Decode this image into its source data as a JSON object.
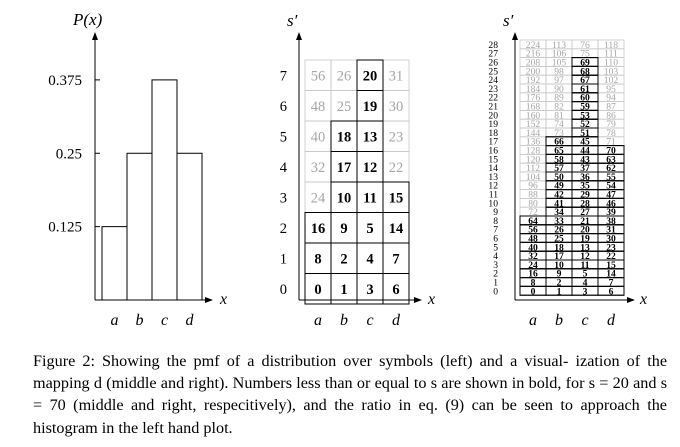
{
  "left_plot": {
    "ylabel": "P(x)",
    "xlabel": "x",
    "y_ticks": [
      "0.375",
      "0.25",
      "0.125"
    ],
    "categories": [
      "a",
      "b",
      "c",
      "d"
    ]
  },
  "middle_plot": {
    "ylabel": "s′",
    "xlabel": "x",
    "row_labels": [
      "7",
      "6",
      "5",
      "4",
      "3",
      "2",
      "1",
      "0"
    ],
    "categories": [
      "a",
      "b",
      "c",
      "d"
    ],
    "threshold_s": 20,
    "grid": [
      [
        "56",
        "26",
        "20",
        "31"
      ],
      [
        "48",
        "25",
        "19",
        "30"
      ],
      [
        "40",
        "18",
        "13",
        "23"
      ],
      [
        "32",
        "17",
        "12",
        "22"
      ],
      [
        "24",
        "10",
        "11",
        "15"
      ],
      [
        "16",
        "9",
        "5",
        "14"
      ],
      [
        "8",
        "2",
        "4",
        "7"
      ],
      [
        "0",
        "1",
        "3",
        "6"
      ]
    ]
  },
  "right_plot": {
    "ylabel": "s′",
    "xlabel": "x",
    "row_labels": [
      "28",
      "27",
      "26",
      "25",
      "24",
      "23",
      "22",
      "21",
      "20",
      "19",
      "18",
      "17",
      "16",
      "15",
      "14",
      "13",
      "12",
      "11",
      "10",
      "9",
      "8",
      "7",
      "6",
      "5",
      "4",
      "3",
      "2",
      "1",
      "0"
    ],
    "categories": [
      "a",
      "b",
      "c",
      "d"
    ],
    "threshold_s": 70,
    "grid": [
      [
        "224",
        "113",
        "76",
        "118"
      ],
      [
        "216",
        "106",
        "75",
        "111"
      ],
      [
        "208",
        "105",
        "69",
        "110"
      ],
      [
        "200",
        "98",
        "68",
        "103"
      ],
      [
        "192",
        "97",
        "67",
        "102"
      ],
      [
        "184",
        "90",
        "61",
        "95"
      ],
      [
        "176",
        "89",
        "60",
        "94"
      ],
      [
        "168",
        "82",
        "59",
        "87"
      ],
      [
        "160",
        "81",
        "53",
        "86"
      ],
      [
        "152",
        "74",
        "52",
        "79"
      ],
      [
        "144",
        "73",
        "51",
        "78"
      ],
      [
        "136",
        "66",
        "45",
        "71"
      ],
      [
        "128",
        "65",
        "44",
        "70"
      ],
      [
        "120",
        "58",
        "43",
        "63"
      ],
      [
        "112",
        "57",
        "37",
        "62"
      ],
      [
        "104",
        "50",
        "36",
        "55"
      ],
      [
        "96",
        "49",
        "35",
        "54"
      ],
      [
        "88",
        "42",
        "29",
        "47"
      ],
      [
        "80",
        "41",
        "28",
        "46"
      ],
      [
        "72",
        "34",
        "27",
        "39"
      ],
      [
        "64",
        "33",
        "21",
        "38"
      ],
      [
        "56",
        "26",
        "20",
        "31"
      ],
      [
        "48",
        "25",
        "19",
        "30"
      ],
      [
        "40",
        "18",
        "13",
        "23"
      ],
      [
        "32",
        "17",
        "12",
        "22"
      ],
      [
        "24",
        "10",
        "11",
        "15"
      ],
      [
        "16",
        "9",
        "5",
        "14"
      ],
      [
        "8",
        "2",
        "4",
        "7"
      ],
      [
        "0",
        "1",
        "3",
        "6"
      ]
    ]
  },
  "chart_data": {
    "type": "bar",
    "categories": [
      "a",
      "b",
      "c",
      "d"
    ],
    "values": [
      0.125,
      0.25,
      0.375,
      0.25
    ],
    "ylabel": "P(x)",
    "xlabel": "x",
    "yticks": [
      0.125,
      0.25,
      0.375
    ],
    "ylim": [
      0,
      0.46
    ]
  },
  "caption": {
    "lines": [
      "Figure 2:  Showing the pmf of a distribution over symbols (left) and a visual-",
      "ization of the mapping d (middle and right). Numbers less than or equal to s",
      "are shown in bold, for s = 20 and s = 70 (middle and right, respecitively), and",
      "the ratio in eq. (9) can be seen to approach the histogram in the left hand plot."
    ]
  },
  "colors": {
    "text": "#000000",
    "faded_text": "#a6a6a6",
    "faded_grid": "#c8c8c8"
  }
}
